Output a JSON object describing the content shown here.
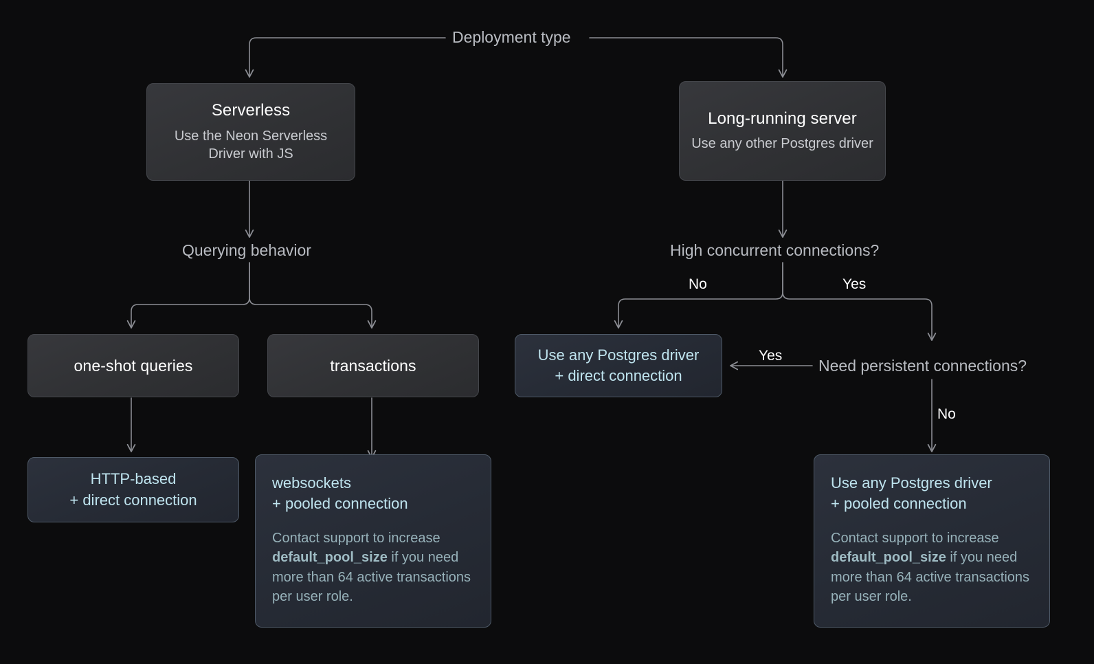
{
  "diagram": {
    "type": "decision-flowchart",
    "background_color": "#0c0c0d",
    "edge_color": "#8b8d93",
    "accent_text_color": "#bfe4ef",
    "neutral_box_color": "#34353a",
    "accent_box_color": "#272c36",
    "root_label": "Deployment type",
    "nodes": {
      "serverless": {
        "title": "Serverless",
        "subtitle": "Use the Neon Serverless Driver with JS"
      },
      "long_running": {
        "title": "Long-running server",
        "subtitle": "Use any other Postgres driver"
      },
      "querying_behavior": {
        "label": "Querying behavior"
      },
      "one_shot": {
        "title": "one-shot queries"
      },
      "transactions": {
        "title": "transactions"
      },
      "http_based": {
        "line1": "HTTP-based",
        "line2": "+ direct connection"
      },
      "websockets": {
        "line1": "websockets",
        "line2": "+ pooled connection",
        "note_pre": "Contact support to increase ",
        "note_code": "default_pool_size",
        "note_post": " if you need more than 64 active transactions per user role."
      },
      "high_concurrent": {
        "label": "High concurrent connections?"
      },
      "need_persistent": {
        "label": "Need persistent connections?"
      },
      "driver_direct": {
        "line1": "Use any Postgres driver",
        "line2": "+ direct connection"
      },
      "driver_pooled": {
        "line1": "Use any Postgres driver",
        "line2": "+ pooled connection",
        "note_pre": "Contact support to increase ",
        "note_code": "default_pool_size",
        "note_post": " if you need more than 64 active transactions per user role."
      }
    },
    "edge_labels": {
      "concurrency_no": "No",
      "concurrency_yes": "Yes",
      "persistent_yes": "Yes",
      "persistent_no": "No"
    }
  }
}
